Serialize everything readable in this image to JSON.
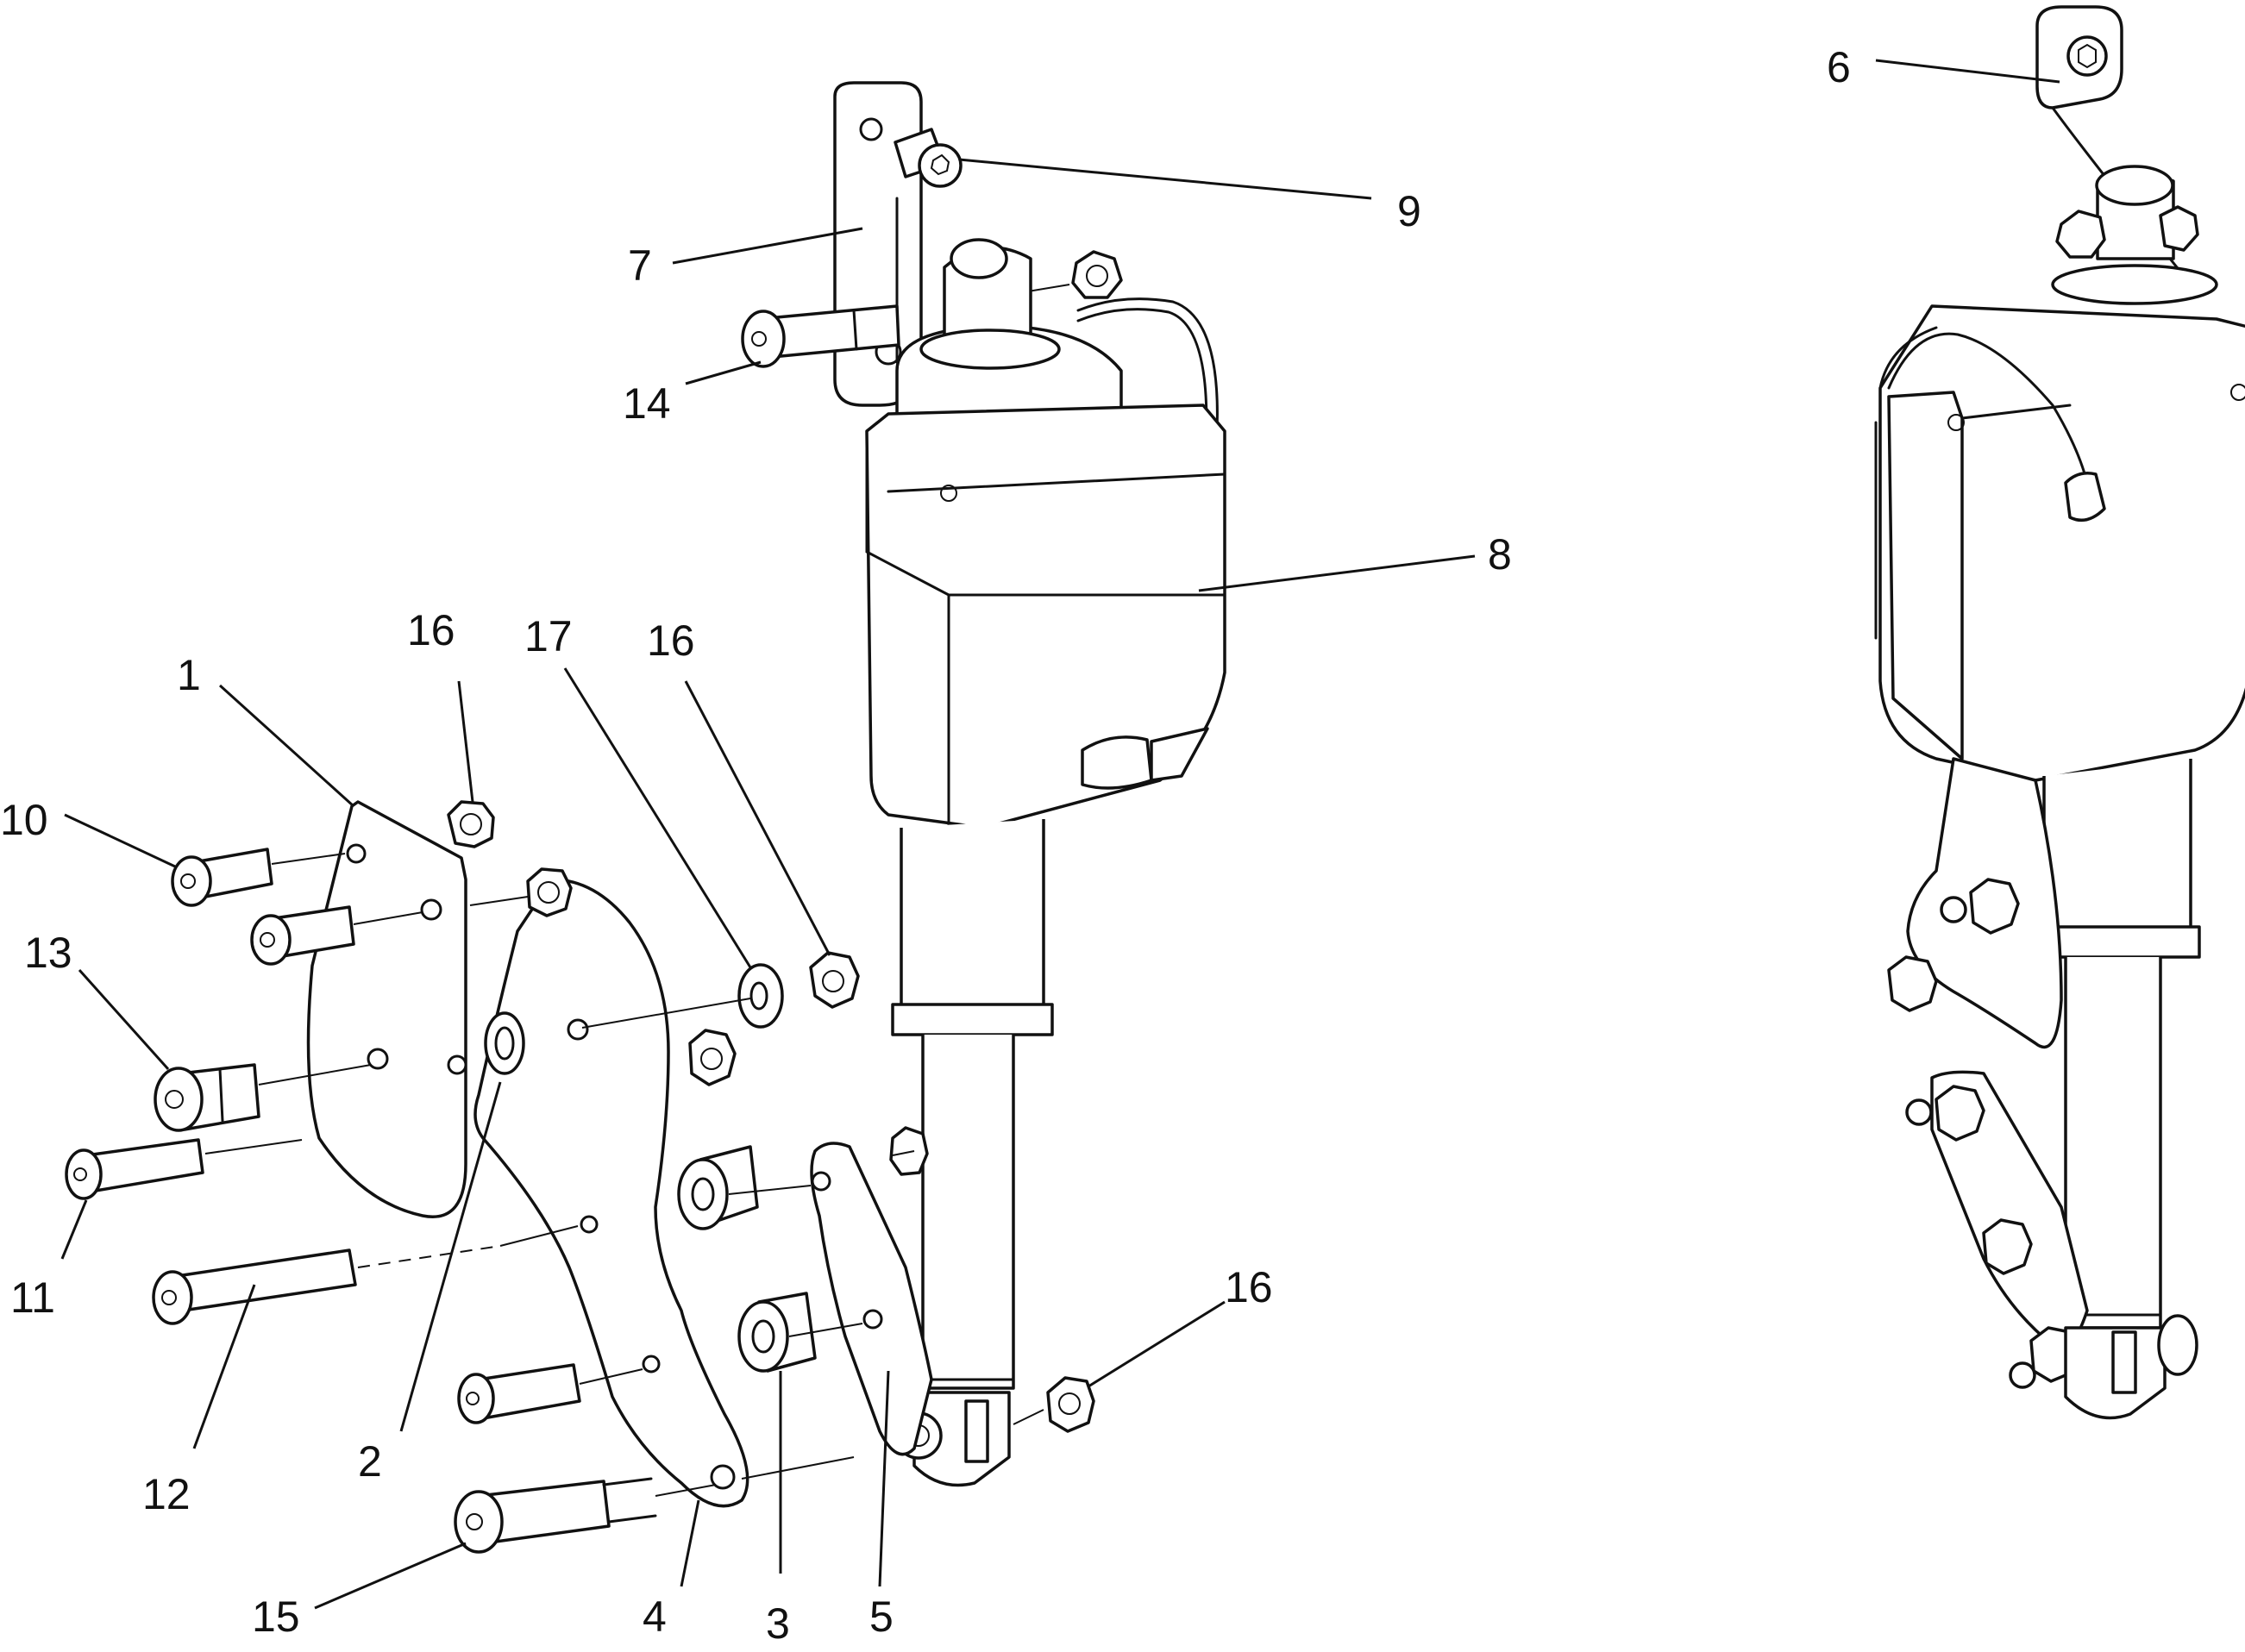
{
  "figure": {
    "callouts": [
      {
        "id": "c1",
        "text": "1"
      },
      {
        "id": "c2",
        "text": "2"
      },
      {
        "id": "c3",
        "text": "3"
      },
      {
        "id": "c4",
        "text": "4"
      },
      {
        "id": "c5",
        "text": "5"
      },
      {
        "id": "c6",
        "text": "6"
      },
      {
        "id": "c7",
        "text": "7"
      },
      {
        "id": "c8",
        "text": "8"
      },
      {
        "id": "c9",
        "text": "9"
      },
      {
        "id": "c10",
        "text": "10"
      },
      {
        "id": "c11",
        "text": "11"
      },
      {
        "id": "c12",
        "text": "12"
      },
      {
        "id": "c13",
        "text": "13"
      },
      {
        "id": "c14",
        "text": "14"
      },
      {
        "id": "c15",
        "text": "15"
      },
      {
        "id": "c16a",
        "text": "16"
      },
      {
        "id": "c16b",
        "text": "16"
      },
      {
        "id": "c16c",
        "text": "16"
      },
      {
        "id": "c17",
        "text": "17"
      }
    ]
  }
}
